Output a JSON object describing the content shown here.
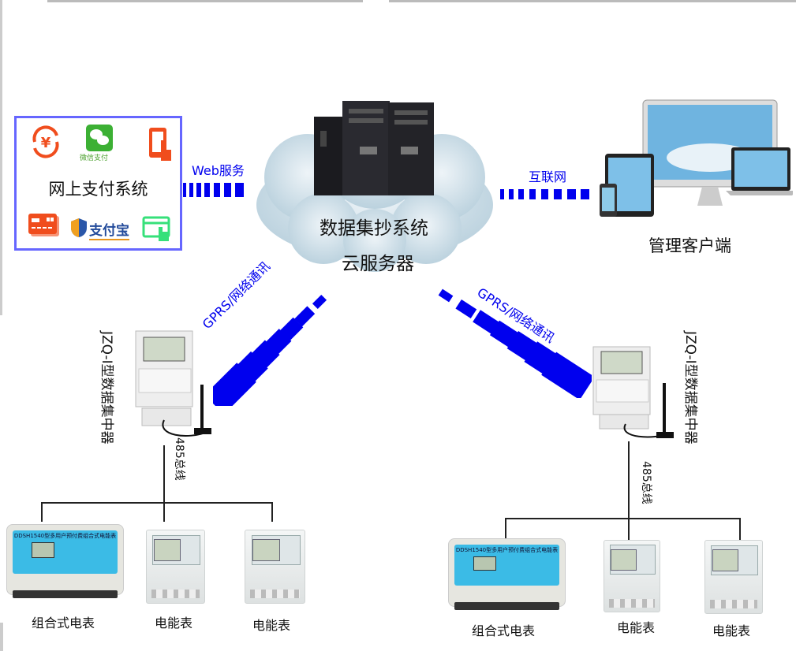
{
  "payment": {
    "title": "网上支付系统",
    "wechat_label": "微信支付",
    "alipay_label": "支付宝",
    "border_color": "#6666ff",
    "icons": [
      "yuan-exchange-icon",
      "wechat-icon",
      "phone-tap-icon",
      "card-icon",
      "alipay-icon",
      "card-tap-icon"
    ]
  },
  "links": {
    "web": "Web服务",
    "internet": "互联网",
    "gprs_left": "GPRS/网络通讯",
    "gprs_right": "GPRS/网络通讯",
    "dash_color": "#0000ee"
  },
  "cloud": {
    "line1": "数据集抄系统",
    "line2": "云服务器"
  },
  "client": {
    "label": "管理客户端"
  },
  "left_branch": {
    "concentrator": "JZQ-I型数据集中器",
    "bus": "485总线",
    "meters": [
      "组合式电表",
      "电能表",
      "电能表"
    ],
    "combo_meter_title": "DDSH1540型多用户预付费组合式电能表"
  },
  "right_branch": {
    "concentrator": "JZQ-I型数据集中器",
    "bus": "485总线",
    "meters": [
      "组合式电表",
      "电能表",
      "电能表"
    ],
    "combo_meter_title": "DDSH1540型多用户预付费组合式电能表"
  }
}
